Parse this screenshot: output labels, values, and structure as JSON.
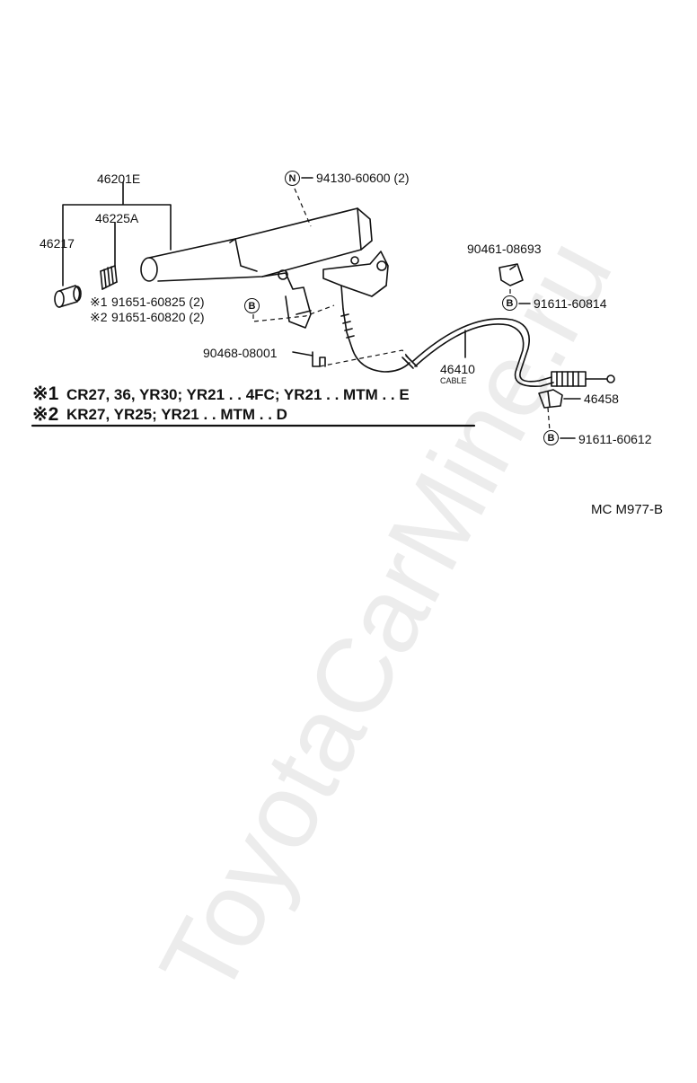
{
  "watermark": "ToyotaCarMine.ru",
  "diagram_code": "MC M977-B",
  "parts": {
    "p46201E": "46201E",
    "p46225A": "46225A",
    "p46217": "46217",
    "p94130": "94130-60600 (2)",
    "p90461": "90461-08693",
    "p91611_814": "91611-60814",
    "p91651_825": "91651-60825 (2)",
    "p91651_820": "91651-60820 (2)",
    "p90468": "90468-08001",
    "p46410": "46410",
    "p46410_sub": "CABLE",
    "p46458": "46458",
    "p91611_612": "91611-60612"
  },
  "markers": {
    "note_mark": "※",
    "one": "1",
    "two": "2",
    "n_symbol": "N",
    "b_symbol": "B"
  },
  "notes": {
    "note1_num": "1",
    "note1_text": "CR27, 36, YR30; YR21 . . 4FC; YR21 . . MTM . . E",
    "note2_num": "2",
    "note2_text": "KR27, YR25; YR21 . . MTM . . D"
  }
}
